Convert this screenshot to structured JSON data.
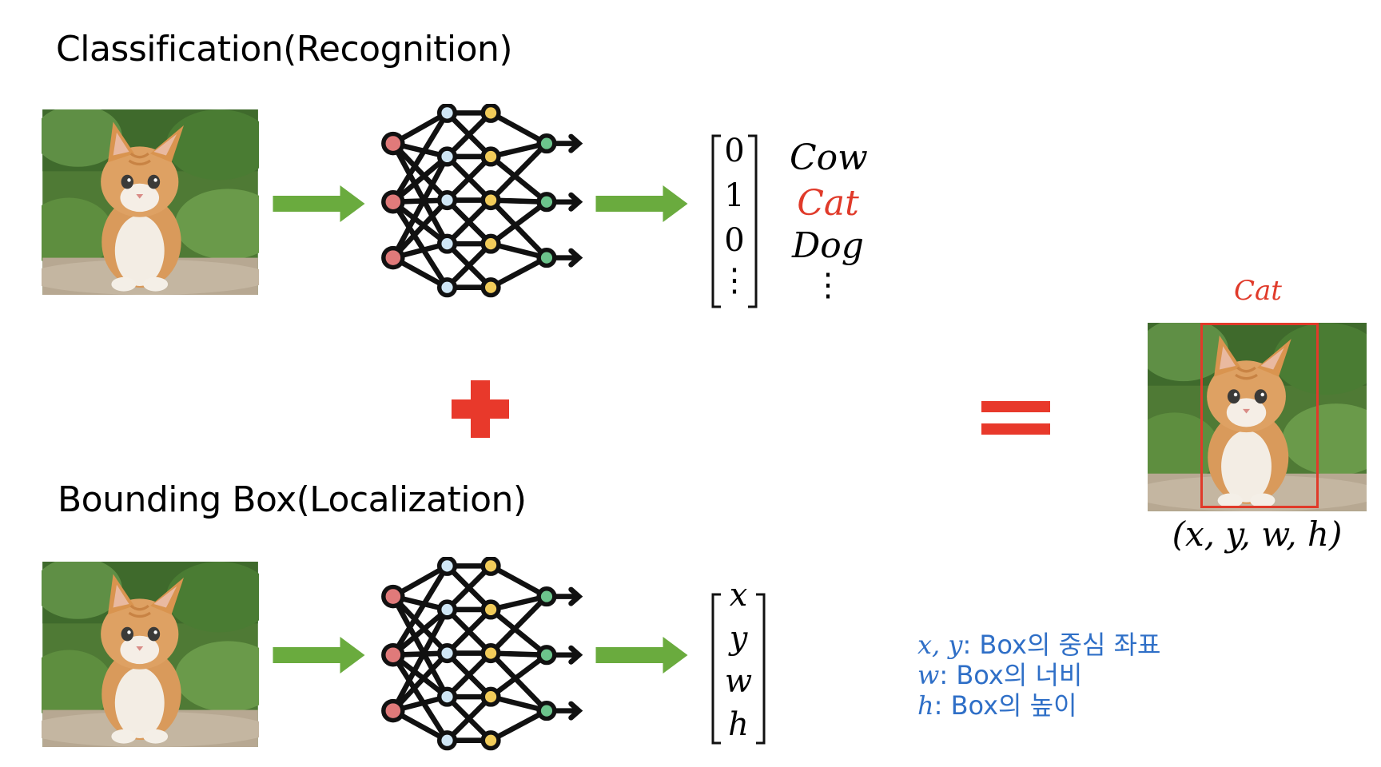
{
  "classification": {
    "heading": "Classification(Recognition)",
    "vector": [
      "0",
      "1",
      "0",
      "⋮"
    ],
    "labels": [
      {
        "text": "Cow",
        "color": "#000000"
      },
      {
        "text": "Cat",
        "color": "#e03a2a"
      },
      {
        "text": "Dog",
        "color": "#000000"
      },
      {
        "text": "⋮",
        "color": "#000000"
      }
    ]
  },
  "localization": {
    "heading": "Bounding Box(Localization)",
    "vector": [
      "x",
      "y",
      "w",
      "h"
    ]
  },
  "result": {
    "label": "Cat",
    "label_color": "#e03a2a",
    "coords": "(x, y, w, h)"
  },
  "legend": [
    {
      "var": "x, y",
      "text": ": Box의 중심 좌표"
    },
    {
      "var": "w",
      "text": ": Box의 너비"
    },
    {
      "var": "h",
      "text": ": Box의 높이"
    }
  ],
  "colors": {
    "arrow": "#6aab3e",
    "operator": "#e8392b",
    "legend": "#2f6fc7",
    "node_input": "#e07a7a",
    "node_hidden1": "#cfe6f5",
    "node_hidden2": "#f2cc5a",
    "node_output": "#6cc48c"
  },
  "icons": {
    "image": "cat-photo",
    "network": "neural-network-icon",
    "plus": "plus-icon",
    "equals": "equals-icon"
  }
}
